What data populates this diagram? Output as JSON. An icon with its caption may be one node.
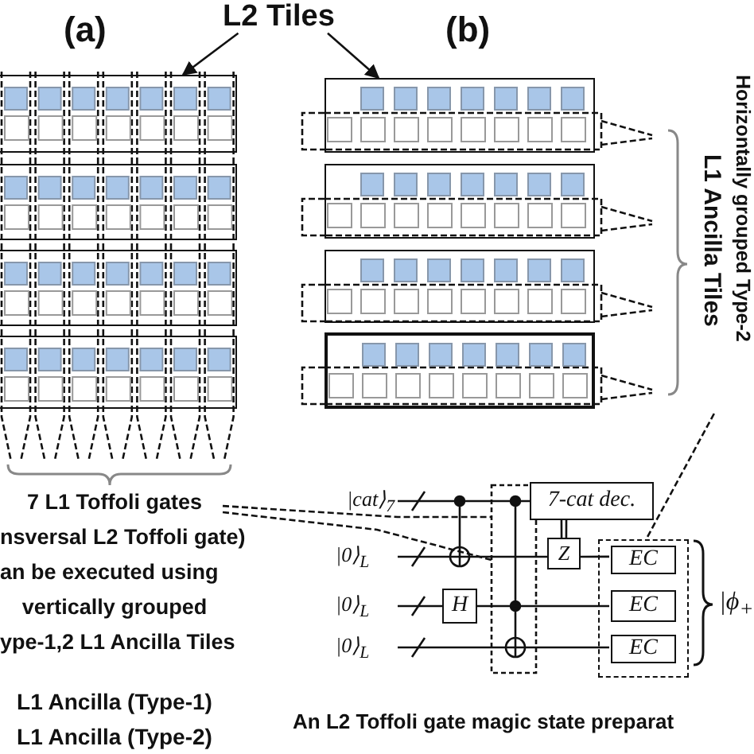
{
  "diagram": {
    "nodes": [
      {
        "text": [
          "L2 Tiles"
        ]
      },
      {
        "text": [],
        "shape": "box"
      },
      {
        "text": [],
        "shape": "box"
      },
      {
        "text": [],
        "shape": "box"
      },
      {
        "text": [],
        "shape": "box"
      },
      {
        "text": [],
        "shape": "box"
      },
      {
        "text": [],
        "shape": "box"
      },
      {
        "text": [],
        "shape": "box"
      },
      {
        "text": [],
        "shape": "box"
      },
      {
        "text": [
          "7 L1 Toffoli gates",
          "nsversal L2 Toffoli gate)",
          "an be executed using",
          "vertically grouped",
          "ype-1,2 L1 Ancilla Tiles"
        ]
      },
      {
        "text": [
          "Horizontally grouped Type-2",
          "L1 Ancilla Tiles"
        ]
      },
      {
        "text": [],
        "shape": "box"
      },
      {
        "text": [
          "7-cat dec."
        ]
      },
      {
        "text": [
          "Z"
        ]
      },
      {
        "text": [
          "H"
        ]
      },
      {
        "text": [
          "EC"
        ],
        "in": 11
      },
      {
        "text": [
          "EC"
        ],
        "in": 11
      },
      {
        "text": [
          "EC"
        ],
        "in": 11
      }
    ],
    "edges": [
      {
        "from": 0,
        "to": 1,
        "arrow": "to"
      },
      {
        "from": 0,
        "to": 5,
        "arrow": "to"
      },
      {
        "from": 9,
        "to": null,
        "arrow": "none",
        "style": "dashed"
      },
      {
        "from": 10,
        "to": 11,
        "arrow": "none",
        "style": "dashed"
      },
      {
        "from": 12,
        "to": 13,
        "arrow": "none"
      },
      {
        "from": 13,
        "to": 15,
        "arrow": "none"
      },
      {
        "from": 14,
        "to": 16,
        "arrow": "none"
      }
    ],
    "labels": [
      "(a)",
      "(b)",
      "|cat⟩$_{7}$",
      "|0⟩$_{L}$",
      "|0⟩$_{L}$",
      "|0⟩$_{L}$",
      "|ϕ$_{+}$",
      "L1 Ancilla (Type-1)",
      "L1 Ancilla (Type-2)",
      "An L2 Toffoli gate magic state preparat"
    ]
  }
}
